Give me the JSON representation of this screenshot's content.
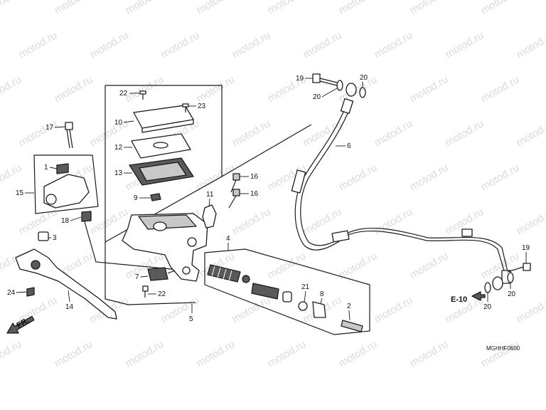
{
  "diagram": {
    "code": "MGHHF0600",
    "watermark": "motod.ru",
    "reference_mark": "E-10",
    "direction_label": "FR.",
    "callouts": [
      "1",
      "2",
      "3",
      "4",
      "5",
      "6",
      "7",
      "8",
      "9",
      "10",
      "11",
      "12",
      "13",
      "14",
      "15",
      "16",
      "16",
      "17",
      "18",
      "19",
      "19",
      "20",
      "20",
      "20",
      "20",
      "21",
      "22",
      "22",
      "23",
      "24"
    ],
    "colors": {
      "line": "#1a1a1a",
      "background": "#ffffff",
      "watermark": "#bdbdbd"
    }
  }
}
